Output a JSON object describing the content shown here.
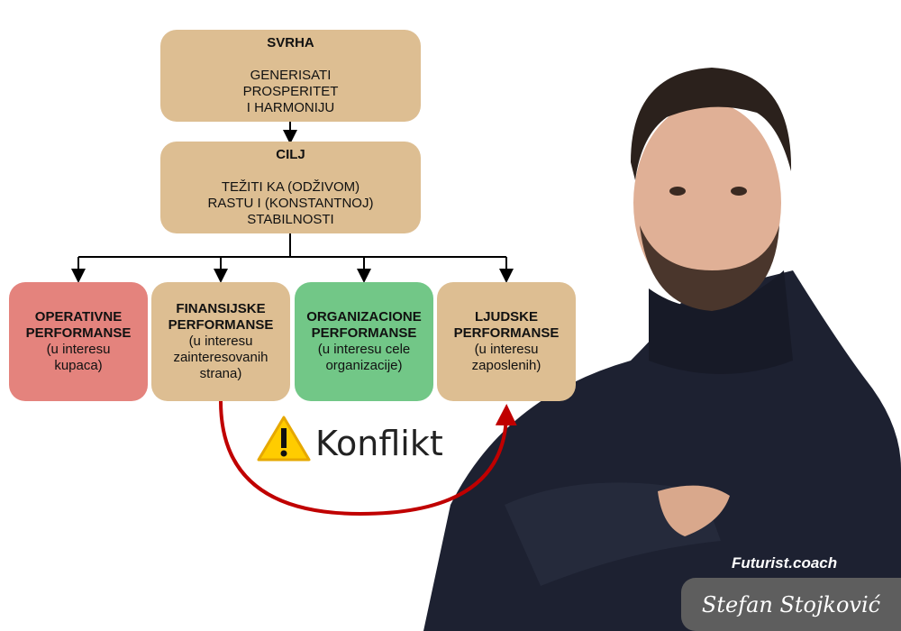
{
  "purpose": {
    "title": "SVRHA",
    "text": [
      "GENERISATI",
      "PROSPERITET",
      "I HARMONIJU"
    ]
  },
  "goal": {
    "title": "CILJ",
    "text": [
      "TEŽITI KA (ODŽIVOM)",
      "RASTU I (KONSTANTNOJ)",
      "STABILNOSTI"
    ]
  },
  "performances": [
    {
      "title": [
        "OPERATIVNE",
        "PERFORMANSE"
      ],
      "sub": [
        "(u interesu",
        "kupaca)"
      ],
      "color": "#E4837D"
    },
    {
      "title": [
        "FINANSIJSKE",
        "PERFORMANSE"
      ],
      "sub": [
        "(u interesu",
        "zainteresovanih",
        "strana)"
      ],
      "color": "#DDBE92"
    },
    {
      "title": [
        "ORGANIZACIONE",
        "PERFORMANSE"
      ],
      "sub": [
        "(u interesu cele",
        "organizacije)"
      ],
      "color": "#72C787"
    },
    {
      "title": [
        "LJUDSKE",
        "PERFORMANSE"
      ],
      "sub": [
        "(u interesu",
        "zaposlenih)"
      ],
      "color": "#DDBE92"
    }
  ],
  "conflict": {
    "label": "Konflikt",
    "icon": "warning-icon",
    "color": "#C00000"
  },
  "brand": {
    "site": "Futurist.coach",
    "signature": "Stefan Stojković"
  }
}
